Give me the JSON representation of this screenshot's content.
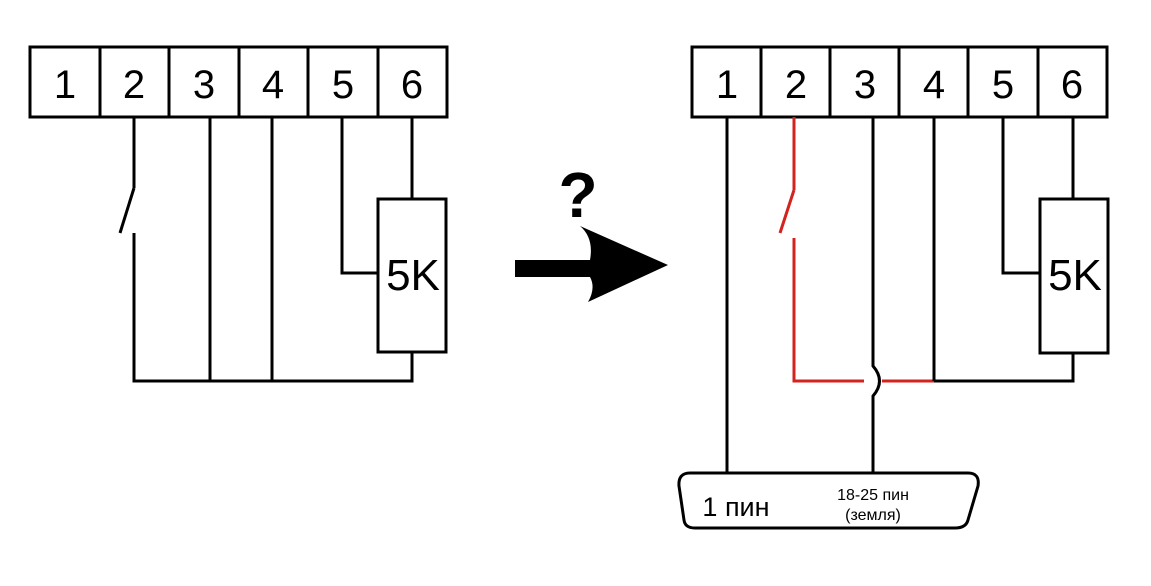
{
  "left_block": {
    "pins": [
      "1",
      "2",
      "3",
      "4",
      "5",
      "6"
    ],
    "resistor_label": "5K"
  },
  "transition": {
    "question_mark": "?",
    "arrow_icon": "right-arrow-icon"
  },
  "right_block": {
    "pins": [
      "1",
      "2",
      "3",
      "4",
      "5",
      "6"
    ],
    "resistor_label": "5K",
    "highlight_color": "#d2231e"
  },
  "connector": {
    "pin1_label": "1 пин",
    "ground_label_line1": "18-25 пин",
    "ground_label_line2": "(земля)"
  }
}
